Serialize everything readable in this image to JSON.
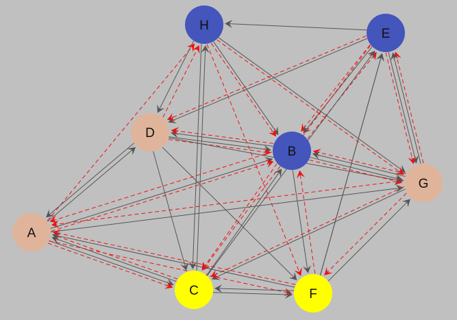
{
  "colors": {
    "background": "#c0c0c0",
    "blue": "#4455bb",
    "tan": "#e0b49a",
    "yellow": "#ffff00",
    "solid_edge": "#555555",
    "dashed_edge": "#ee1111"
  },
  "nodes": [
    {
      "id": "H",
      "label": "H",
      "color": "blue"
    },
    {
      "id": "E",
      "label": "E",
      "color": "blue"
    },
    {
      "id": "D",
      "label": "D",
      "color": "tan"
    },
    {
      "id": "B",
      "label": "B",
      "color": "blue"
    },
    {
      "id": "G",
      "label": "G",
      "color": "tan"
    },
    {
      "id": "A",
      "label": "A",
      "color": "tan"
    },
    {
      "id": "C",
      "label": "C",
      "color": "yellow"
    },
    {
      "id": "F",
      "label": "F",
      "color": "yellow"
    }
  ],
  "edges": [
    {
      "from": "E",
      "to": "H",
      "style": "solid"
    },
    {
      "from": "E",
      "to": "D",
      "style": "solid"
    },
    {
      "from": "E",
      "to": "D",
      "style": "dashed"
    },
    {
      "from": "E",
      "to": "B",
      "style": "dashed"
    },
    {
      "from": "B",
      "to": "E",
      "style": "dashed"
    },
    {
      "from": "E",
      "to": "B",
      "style": "solid"
    },
    {
      "from": "E",
      "to": "G",
      "style": "solid"
    },
    {
      "from": "G",
      "to": "E",
      "style": "dashed"
    },
    {
      "from": "E",
      "to": "G",
      "style": "dashed"
    },
    {
      "from": "G",
      "to": "E",
      "style": "solid"
    },
    {
      "from": "C",
      "to": "E",
      "style": "solid"
    },
    {
      "from": "E",
      "to": "C",
      "style": "dashed"
    },
    {
      "from": "F",
      "to": "E",
      "style": "solid"
    },
    {
      "from": "F",
      "to": "E",
      "style": "solid"
    },
    {
      "from": "H",
      "to": "D",
      "style": "solid"
    },
    {
      "from": "D",
      "to": "H",
      "style": "dashed"
    },
    {
      "from": "H",
      "to": "B",
      "style": "solid"
    },
    {
      "from": "H",
      "to": "B",
      "style": "dashed"
    },
    {
      "from": "H",
      "to": "G",
      "style": "solid"
    },
    {
      "from": "H",
      "to": "G",
      "style": "dashed"
    },
    {
      "from": "H",
      "to": "C",
      "style": "solid"
    },
    {
      "from": "C",
      "to": "H",
      "style": "solid"
    },
    {
      "from": "H",
      "to": "F",
      "style": "dashed"
    },
    {
      "from": "A",
      "to": "H",
      "style": "dashed"
    },
    {
      "from": "A",
      "to": "D",
      "style": "solid"
    },
    {
      "from": "D",
      "to": "A",
      "style": "solid"
    },
    {
      "from": "D",
      "to": "B",
      "style": "solid"
    },
    {
      "from": "D",
      "to": "B",
      "style": "dashed"
    },
    {
      "from": "B",
      "to": "D",
      "style": "solid"
    },
    {
      "from": "B",
      "to": "D",
      "style": "dashed"
    },
    {
      "from": "D",
      "to": "C",
      "style": "solid"
    },
    {
      "from": "D",
      "to": "F",
      "style": "solid"
    },
    {
      "from": "D",
      "to": "G",
      "style": "solid"
    },
    {
      "from": "B",
      "to": "A",
      "style": "dashed"
    },
    {
      "from": "A",
      "to": "B",
      "style": "solid"
    },
    {
      "from": "A",
      "to": "B",
      "style": "dashed"
    },
    {
      "from": "B",
      "to": "G",
      "style": "dashed"
    },
    {
      "from": "G",
      "to": "B",
      "style": "dashed"
    },
    {
      "from": "G",
      "to": "B",
      "style": "solid"
    },
    {
      "from": "B",
      "to": "G",
      "style": "solid"
    },
    {
      "from": "B",
      "to": "C",
      "style": "dashed"
    },
    {
      "from": "C",
      "to": "B",
      "style": "solid"
    },
    {
      "from": "B",
      "to": "F",
      "style": "solid"
    },
    {
      "from": "F",
      "to": "B",
      "style": "dashed"
    },
    {
      "from": "G",
      "to": "A",
      "style": "dashed"
    },
    {
      "from": "A",
      "to": "G",
      "style": "solid"
    },
    {
      "from": "G",
      "to": "C",
      "style": "solid"
    },
    {
      "from": "G",
      "to": "C",
      "style": "dashed"
    },
    {
      "from": "F",
      "to": "G",
      "style": "solid"
    },
    {
      "from": "G",
      "to": "F",
      "style": "dashed"
    },
    {
      "from": "A",
      "to": "C",
      "style": "solid"
    },
    {
      "from": "C",
      "to": "A",
      "style": "solid"
    },
    {
      "from": "A",
      "to": "C",
      "style": "dashed"
    },
    {
      "from": "C",
      "to": "A",
      "style": "dashed"
    },
    {
      "from": "A",
      "to": "F",
      "style": "dashed"
    },
    {
      "from": "F",
      "to": "A",
      "style": "dashed"
    },
    {
      "from": "F",
      "to": "A",
      "style": "solid"
    },
    {
      "from": "C",
      "to": "F",
      "style": "solid"
    },
    {
      "from": "F",
      "to": "C",
      "style": "solid"
    }
  ]
}
